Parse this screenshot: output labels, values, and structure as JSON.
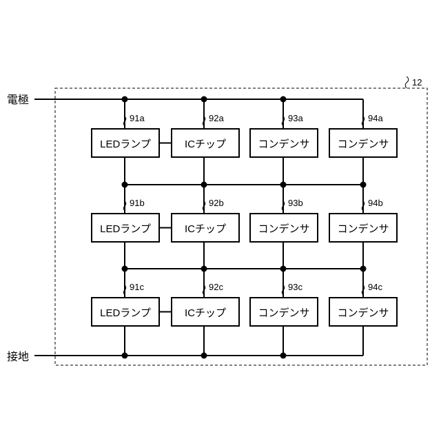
{
  "diagram": {
    "module_ref": "12",
    "labels": {
      "electrode": "電極",
      "ground": "接地"
    },
    "columns": [
      {
        "rows": [
          {
            "ref": "91a",
            "label": "LEDランプ"
          },
          {
            "ref": "91b",
            "label": "LEDランプ"
          },
          {
            "ref": "91c",
            "label": "LEDランプ"
          }
        ]
      },
      {
        "rows": [
          {
            "ref": "92a",
            "label": "ICチップ"
          },
          {
            "ref": "92b",
            "label": "ICチップ"
          },
          {
            "ref": "92c",
            "label": "ICチップ"
          }
        ]
      },
      {
        "rows": [
          {
            "ref": "93a",
            "label": "コンデンサ"
          },
          {
            "ref": "93b",
            "label": "コンデンサ"
          },
          {
            "ref": "93c",
            "label": "コンデンサ"
          }
        ]
      },
      {
        "rows": [
          {
            "ref": "94a",
            "label": "コンデンサ"
          },
          {
            "ref": "94b",
            "label": "コンデンサ"
          },
          {
            "ref": "94c",
            "label": "コンデンサ"
          }
        ]
      }
    ]
  },
  "colors": {
    "line": "#000000",
    "background": "#ffffff"
  }
}
